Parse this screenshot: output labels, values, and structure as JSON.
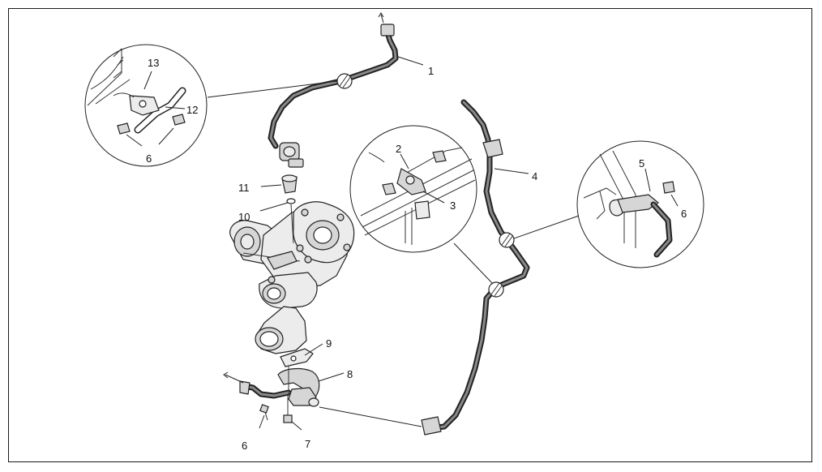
{
  "callouts": {
    "c1": "1",
    "c2": "2",
    "c3": "3",
    "c4": "4",
    "c5": "5",
    "c6a": "6",
    "c6b": "6",
    "c6c": "6",
    "c7": "7",
    "c8": "8",
    "c9": "9",
    "c10": "10",
    "c11": "11",
    "c12": "12",
    "c13": "13"
  }
}
